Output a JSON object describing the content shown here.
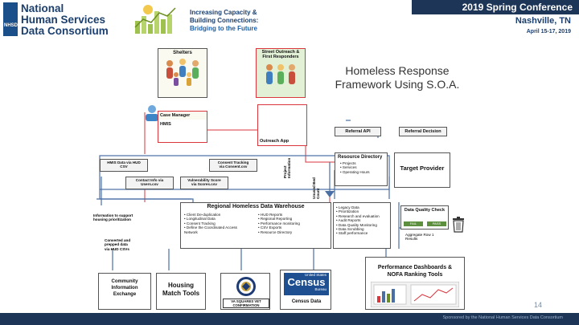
{
  "header": {
    "logo_line1": "National",
    "logo_line2": "Human Services",
    "logo_line3": "Data Consortium",
    "logo_tag": "NHSDC",
    "conf_line1": "Increasing Capacity &",
    "conf_line2": "Building Connections:",
    "conf_line3": "Bridging to the Future",
    "banner": "2019 Spring Conference",
    "city": "Nashville, TN",
    "dates": "April 15-17, 2019"
  },
  "diagram": {
    "title_line1": "Homeless Response",
    "title_line2": "Framework Using S.O.A.",
    "shelters": "Shelters",
    "street_outreach_1": "Street Outreach &",
    "street_outreach_2": "First Responders",
    "case_manager": "Case Manager",
    "hmis": "HMIS",
    "outreach_app": "Outreach App",
    "referral_api": "Referral API",
    "referral_decision": "Referral Decision",
    "resource_directory": "Resource Directory",
    "rd_items": [
      "Projects",
      "Services",
      "Operating Hours"
    ],
    "target_provider": "Target Provider",
    "hmis_hud_1": "HMIS Data via HUD",
    "hmis_hud_2": "CSV",
    "consent_tracking_1": "Consent Tracking",
    "consent_tracking_2": "via Consent.csv",
    "contact_info_1": "Contact Info via",
    "contact_info_2": "Users.csv",
    "vulnerability_1": "Vulnerability Score",
    "vulnerability_2": "via Scores.csv",
    "project_info": "Project Information",
    "unused_bed": "Unused Bed Count",
    "rhdw": "Regional Homeless Data Warehouse",
    "rhdw_col1": [
      "Client De-duplication",
      "Longitudinal Data",
      "Consent Tracking",
      "Define the Coordinated Access Network"
    ],
    "rhdw_col2": [
      "HUD Reports",
      "Regional Reporting",
      "Performance monitoring",
      "CSV Exports",
      "Resource Directory"
    ],
    "rhdw_col3": [
      "Legacy Data",
      "Prioritization",
      "Research and evaluation",
      "Audit Reports",
      "Data Quality Monitoring",
      "Data Scrubbing",
      "Staff performance"
    ],
    "data_quality_check": "Data Quality Check",
    "dq_fail": "FAIL",
    "dq_pass": "PASS",
    "aggregate_rows": "Aggregate Row 1 Results",
    "info_support_1": "Information to support",
    "info_support_2": "housing prioritization",
    "converted_1": "Converted and",
    "converted_2": "prepped data",
    "converted_3": "via HUD CSVs",
    "cie_1": "Community",
    "cie_2": "Information",
    "cie_3": "Exchange",
    "housing_1": "Housing",
    "housing_2": "Match Tools",
    "va_1": "VA SQUARES VET",
    "va_2": "CONFIRMATION",
    "census_top": "United States",
    "census_big": "Census",
    "census_sub": "Bureau",
    "census_data": "Census Data",
    "perf_1": "Performance Dashboards &",
    "perf_2": "NOFA Ranking Tools"
  },
  "page_number": "14",
  "footer": "Sponsored by the National Human Services Data Consortium"
}
